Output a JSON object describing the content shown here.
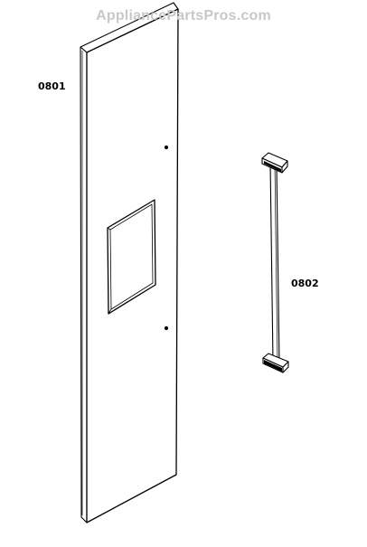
{
  "watermark": "AppliancePartsPros.com",
  "parts": [
    {
      "number": "0801",
      "icon": "door-panel-icon"
    },
    {
      "number": "0802",
      "icon": "door-handle-icon"
    }
  ],
  "colors": {
    "line": "#000000",
    "background": "#ffffff",
    "watermark": "#c8c8c8"
  }
}
